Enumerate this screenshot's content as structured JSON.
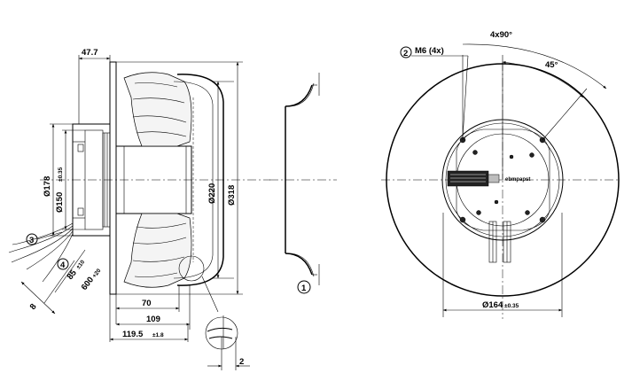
{
  "side_view": {
    "dim_top": "47.7",
    "dim_178": "Ø178",
    "dim_150": "Ø150",
    "dim_150_tol": "±0.35",
    "dim_220": "Ø220",
    "dim_318": "Ø318",
    "dim_70": "70",
    "dim_109": "109",
    "dim_119": "119.5",
    "dim_119_tol": "±1.8",
    "dim_85": "85",
    "dim_85_tol": "±10",
    "dim_600": "600",
    "dim_600_tol": "+20",
    "dim_8": "8",
    "detail_2": "2",
    "callout_3": "3",
    "callout_4": "4"
  },
  "inlet_view": {
    "callout_1": "1"
  },
  "front_view": {
    "angle_4x90": "4x90°",
    "angle_45": "45°",
    "callout_2": "2",
    "thread_label": "M6 (4x)",
    "dim_164": "Ø164",
    "dim_164_tol": "±0.35",
    "brand": "ebmpapst"
  }
}
